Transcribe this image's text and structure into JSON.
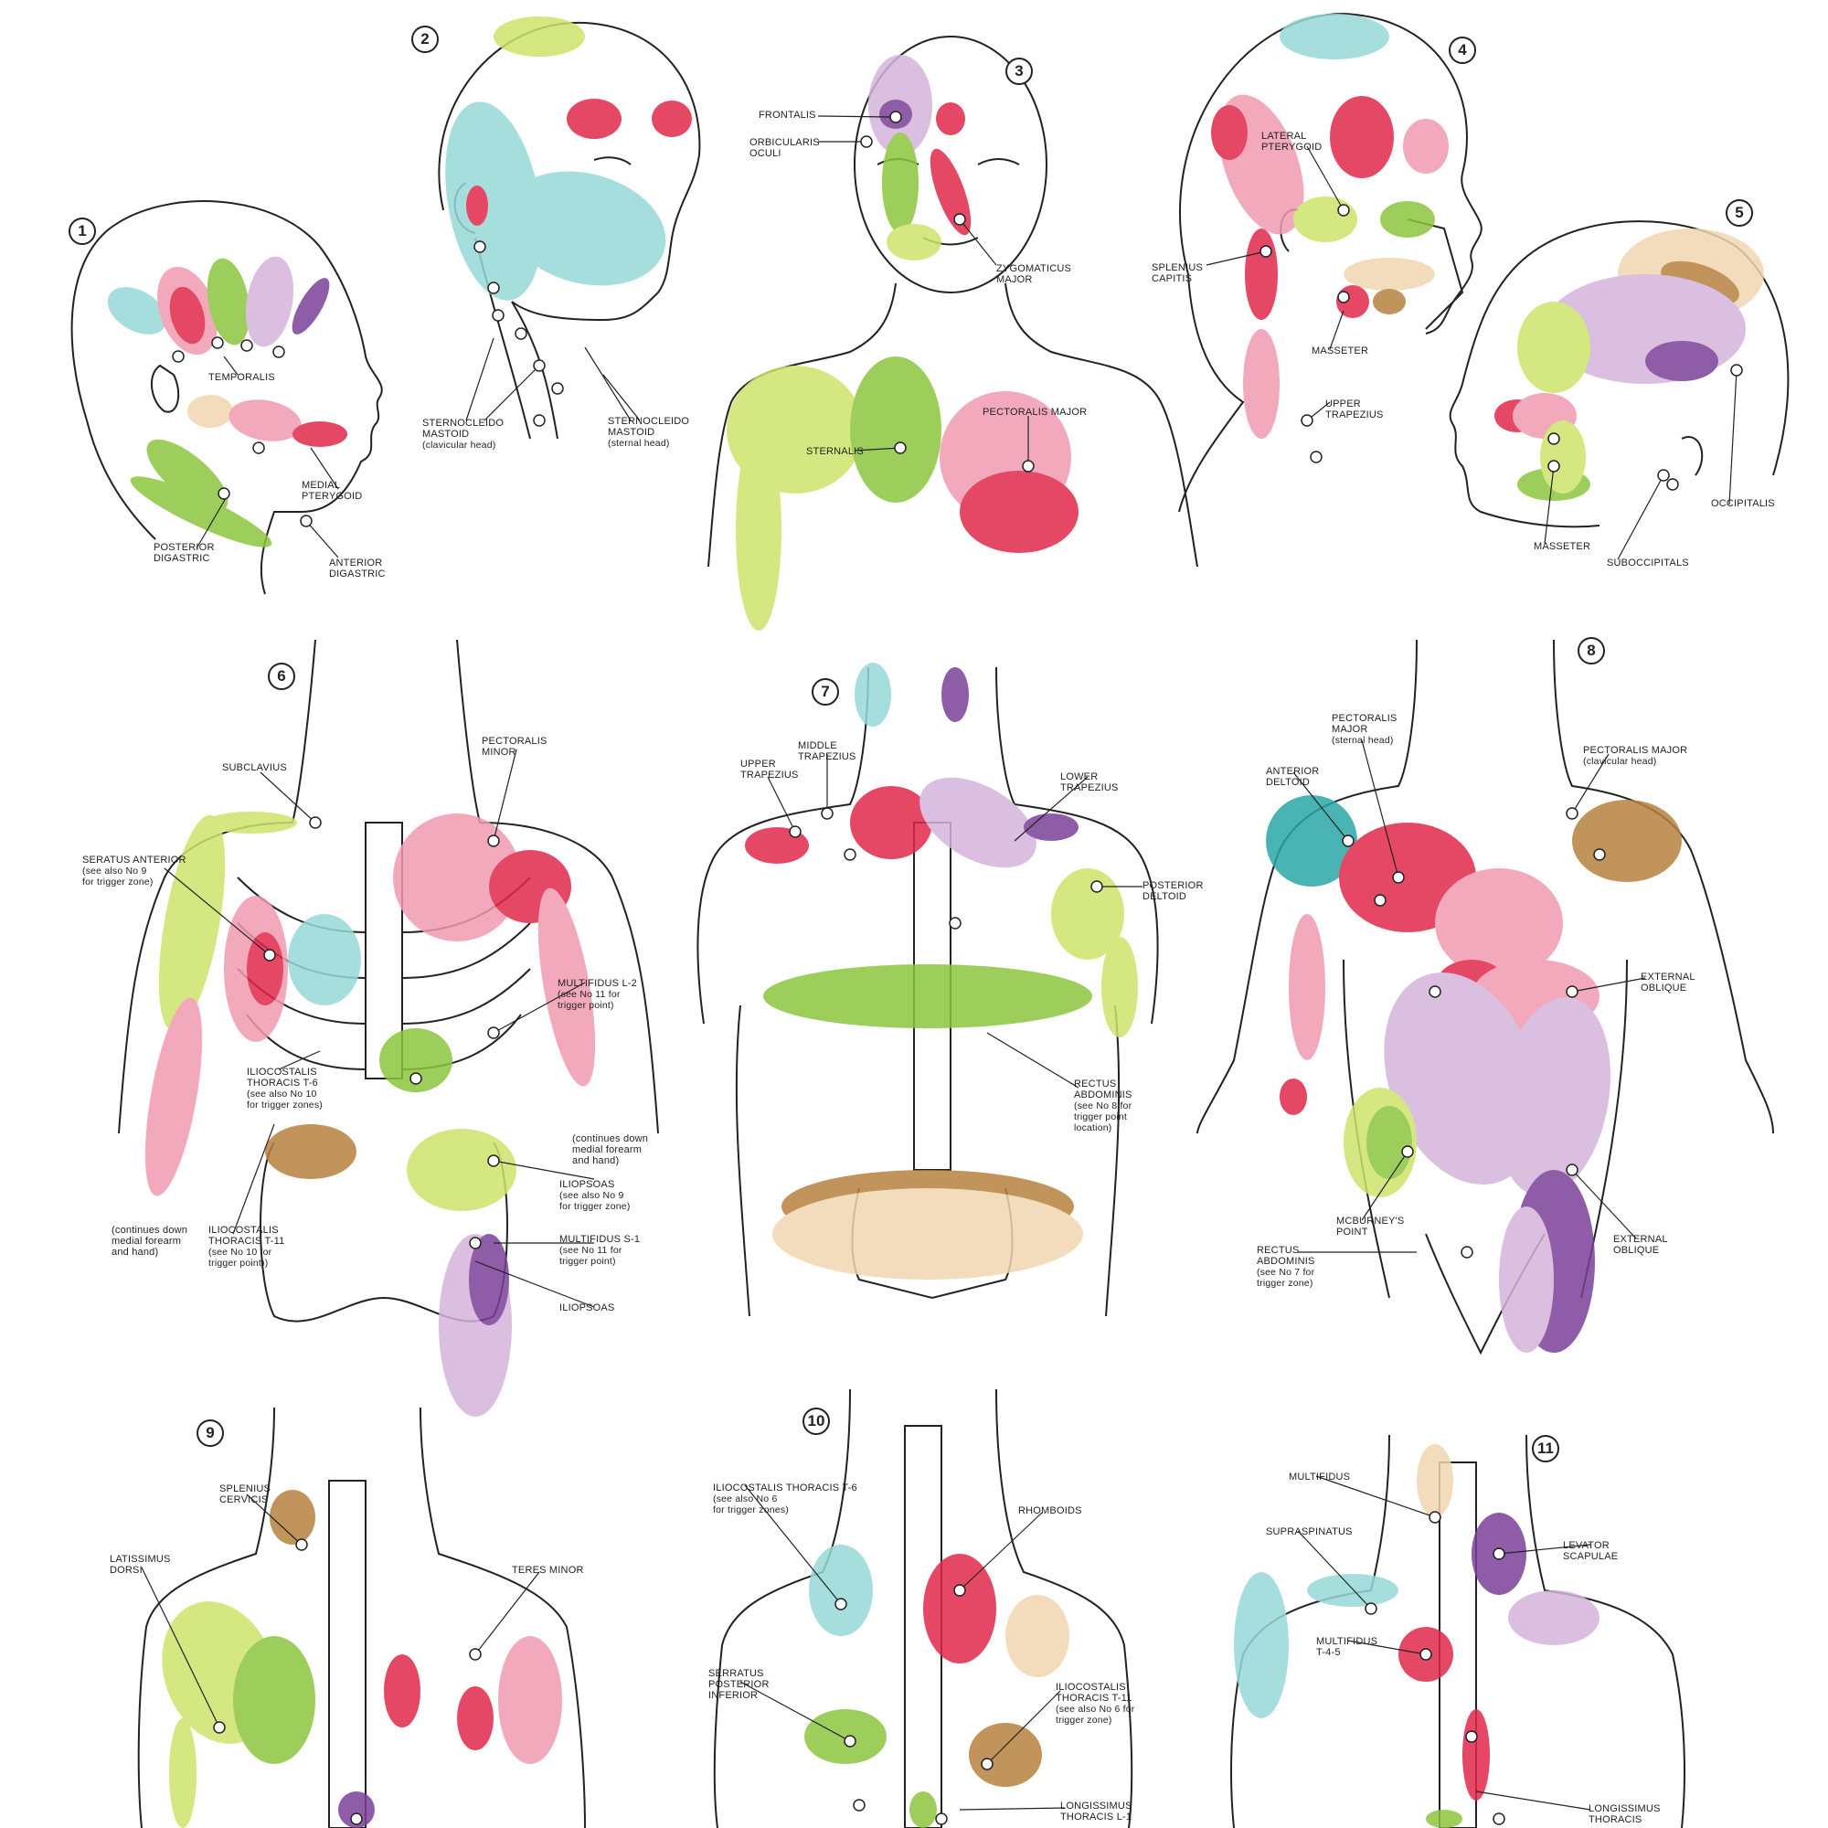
{
  "colors": {
    "red": "#e0284a",
    "pink": "#f19ab0",
    "cyan": "#97d8d8",
    "cyan_dark": "#2aa6a6",
    "lime": "#cde36a",
    "green": "#8cc63f",
    "lavender": "#d5b4db",
    "purple": "#7b3f99",
    "tan": "#f1d6b0",
    "brown": "#b5813d",
    "line": "#222222"
  },
  "figures": [
    {
      "number": "1"
    },
    {
      "number": "2"
    },
    {
      "number": "3"
    },
    {
      "number": "4"
    },
    {
      "number": "5"
    },
    {
      "number": "6"
    },
    {
      "number": "7"
    },
    {
      "number": "8"
    },
    {
      "number": "9"
    },
    {
      "number": "10"
    },
    {
      "number": "11"
    }
  ],
  "labels": {
    "temporalis": "TEMPORALIS",
    "medial_pterygoid": "MEDIAL\nPTERYGOID",
    "posterior_digastric": "POSTERIOR\nDIGASTRIC",
    "anterior_digastric": "ANTERIOR\nDIGASTRIC",
    "scm_clavicular": "STERNOCLEIDO\nMASTOID",
    "scm_clavicular_sub": "(clavicular head)",
    "scm_sternal": "STERNOCLEIDO\nMASTOID",
    "scm_sternal_sub": "(sternal head)",
    "frontalis": "FRONTALIS",
    "orbicularis_oculi": "ORBICULARIS\nOCULI",
    "zygomaticus_major": "ZYGOMATICUS\nMAJOR",
    "sternalis": "STERNALIS",
    "pectoralis_major_3": "PECTORALIS MAJOR",
    "lateral_pterygoid": "LATERAL\nPTERYGOID",
    "splenius_capitis": "SPLENIUS\nCAPITIS",
    "masseter_4": "MASSETER",
    "upper_trapezius_4": "UPPER\nTRAPEZIUS",
    "occipitalis": "OCCIPITALIS",
    "masseter_5": "MASSETER",
    "suboccipitals": "SUBOCCIPITALS",
    "subclavius": "SUBCLAVIUS",
    "pectoralis_minor": "PECTORALIS\nMINOR",
    "serratus_anterior": "SERATUS ANTERIOR",
    "serratus_anterior_sub": "(see also No 9\nfor trigger zone)",
    "multifidus_l2": "MULTIFIDUS L-2",
    "multifidus_l2_sub": "(see No 11 for\ntrigger point)",
    "iliocostalis_t6": "ILIOCOSTALIS\nTHORACIS T-6",
    "iliocostalis_t6_sub": "(see also No 10\nfor trigger zones)",
    "continues_right": "(continues down\nmedial forearm\nand hand)",
    "iliopsoas_a": "ILIOPSOAS",
    "iliopsoas_a_sub": "(see also No 9\nfor trigger zone)",
    "continues_left": "(continues down\nmedial forearm\nand hand)",
    "iliocostalis_t11_6": "ILIOCOSTALIS\nTHORACIS T-11",
    "iliocostalis_t11_6_sub": "(see No 10 for\ntrigger point))",
    "multifidus_s1": "MULTIFIDUS S-1",
    "multifidus_s1_sub": "(see No 11 for\ntrigger point)",
    "iliopsoas_b": "ILIOPSOAS",
    "middle_trapezius": "MIDDLE\nTRAPEZIUS",
    "upper_trapezius_7": "UPPER\nTRAPEZIUS",
    "lower_trapezius": "LOWER\nTRAPEZIUS",
    "posterior_deltoid": "POSTERIOR\nDELTOID",
    "rectus_abdominis_7": "RECTUS\nABDOMINIS",
    "rectus_abdominis_7_sub": "(see No 8 for\ntrigger point\nlocation)",
    "pectoralis_major_sternal": "PECTORALIS\nMAJOR",
    "pectoralis_major_sternal_sub": "(sternal head)",
    "anterior_deltoid": "ANTERIOR\nDELTOID",
    "pectoralis_major_clavicular": "PECTORALIS MAJOR",
    "pectoralis_major_clavicular_sub": "(clavicular head)",
    "external_oblique_a": "EXTERNAL\nOBLIQUE",
    "mcburneys_point": "McBURNEY'S\nPOINT",
    "rectus_abdominis_8": "RECTUS\nABDOMINIS",
    "rectus_abdominis_8_sub": "(see No 7 for\ntrigger zone)",
    "external_oblique_b": "EXTERNAL\nOBLIQUE",
    "splenius_cervicis": "SPLENIUS\nCERVICIS",
    "latissimus_dorsi": "LATISSIMUS\nDORSI",
    "teres_minor": "TERES MINOR",
    "iliocostalis_t6_10": "ILIOCOSTALIS THORACIS T-6",
    "iliocostalis_t6_10_sub": "(see also No 6\nfor trigger zones)",
    "rhomboids": "RHOMBOIDS",
    "serratus_posterior_inferior": "SERRATUS\nPOSTERIOR\nINFERIOR",
    "iliocostalis_t11_10": "ILIOCOSTALIS\nTHORACIS T-11",
    "iliocostalis_t11_10_sub": "(see also No 6 for\ntrigger zone)",
    "longissimus_l1": "LONGISSIMUS\nTHORACIS L-1",
    "multifidus_11": "MULTIFIDUS",
    "supraspinatus": "SUPRASPINATUS",
    "levator_scapulae": "LEVATOR\nSCAPULAE",
    "multifidus_t45": "MULTIFIDUS\nT-4-5",
    "longissimus_11": "LONGISSIMUS\nTHORACIS"
  }
}
